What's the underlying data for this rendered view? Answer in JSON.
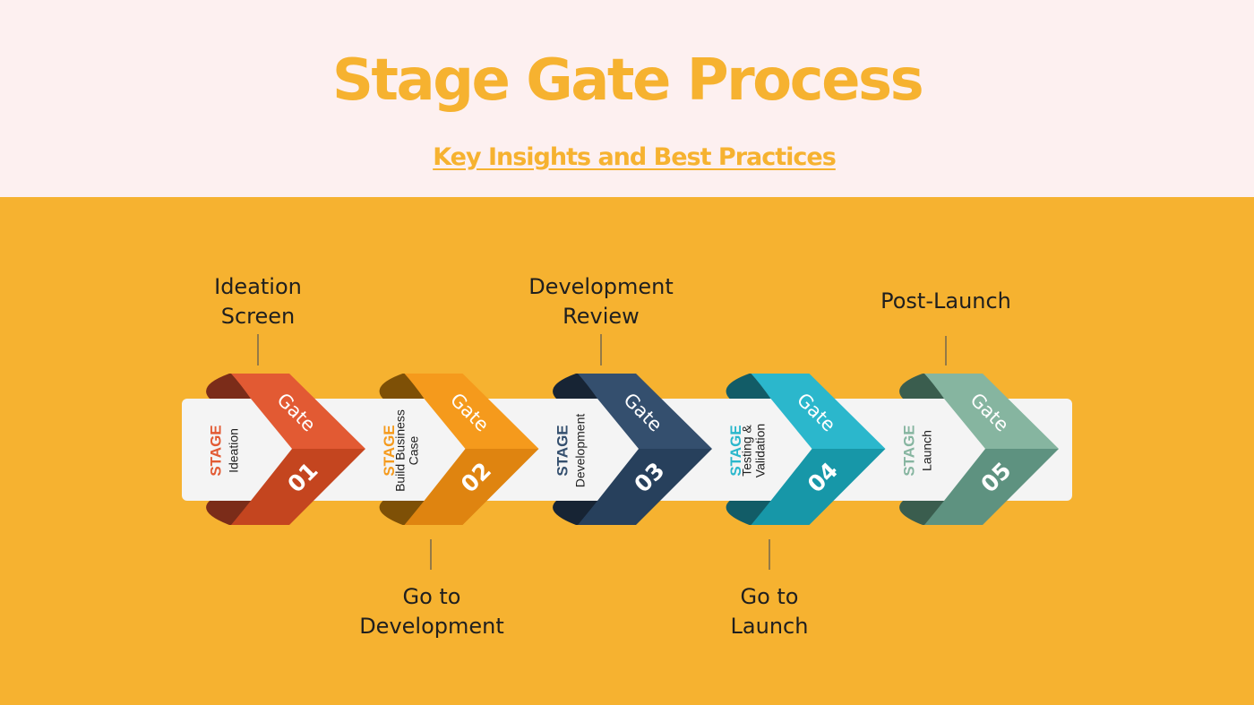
{
  "header": {
    "title": "Stage Gate Process",
    "subtitle": "Key Insights and Best Practices"
  },
  "diagram": {
    "gate_word": "Gate",
    "stage_word": "STAGE",
    "stages": [
      {
        "number": "01",
        "name": "Ideation",
        "color": "#e25a33",
        "dark": "#7b2c19",
        "mid": "#c4451f"
      },
      {
        "number": "02",
        "name": "Build Business\nCase",
        "color": "#f59a1c",
        "dark": "#7e5006",
        "mid": "#df8410"
      },
      {
        "number": "03",
        "name": "Development",
        "color": "#344f6e",
        "dark": "#172434",
        "mid": "#27405c"
      },
      {
        "number": "04",
        "name": "Testing &\nValidation",
        "color": "#2bb7cc",
        "dark": "#125c67",
        "mid": "#1797a8"
      },
      {
        "number": "05",
        "name": "Launch",
        "color": "#86b5a0",
        "dark": "#3a5d4e",
        "mid": "#5e9280"
      }
    ],
    "gate_labels": {
      "gate1": "Ideation\nScreen",
      "gate2": "Go to\nDevelopment",
      "gate3": "Development\nReview",
      "gate4": "Go to\nLaunch",
      "gate5": "Post-Launch"
    }
  }
}
